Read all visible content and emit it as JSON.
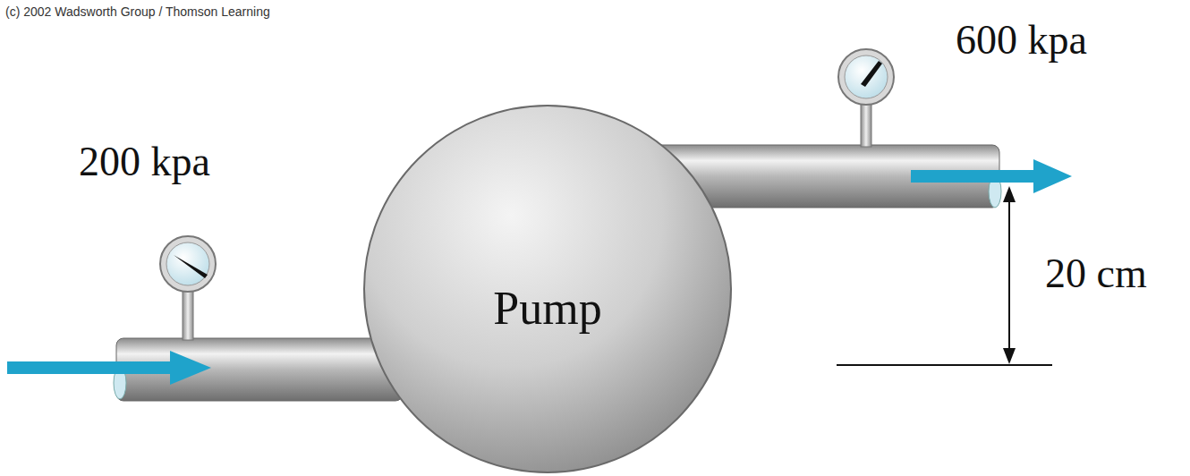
{
  "diagram": {
    "nodes": [
      {
        "text": [
          "Pump"
        ]
      }
    ],
    "labels": [
      "(c) 2002 Wadsworth Group / Thomson Learning",
      "600 kpa",
      "200 kpa",
      "20 cm"
    ]
  }
}
